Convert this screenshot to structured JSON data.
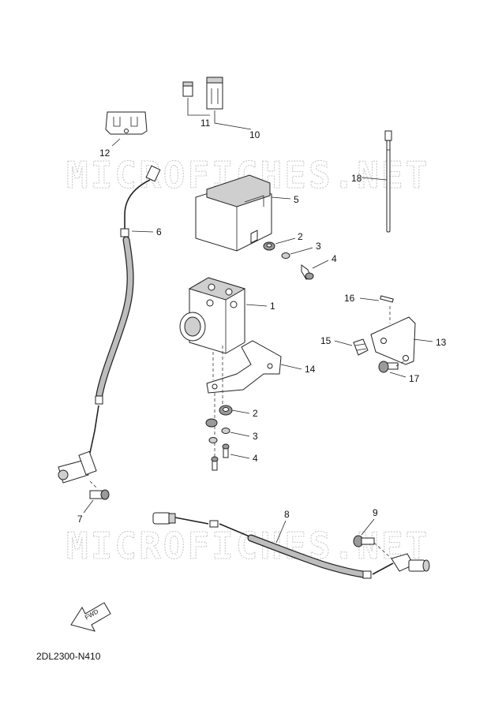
{
  "watermark": "MICROFICHES.NET",
  "diagram_code": "2DL2300-N410",
  "direction_label": "FWD",
  "callouts": {
    "c1": "1",
    "c2a": "2",
    "c2b": "2",
    "c3a": "3",
    "c3b": "3",
    "c4a": "4",
    "c4b": "4",
    "c5": "5",
    "c6": "6",
    "c7": "7",
    "c8": "8",
    "c9": "9",
    "c10": "10",
    "c11": "11",
    "c12": "12",
    "c13": "13",
    "c14": "14",
    "c15": "15",
    "c16": "16",
    "c17": "17",
    "c18": "18"
  }
}
